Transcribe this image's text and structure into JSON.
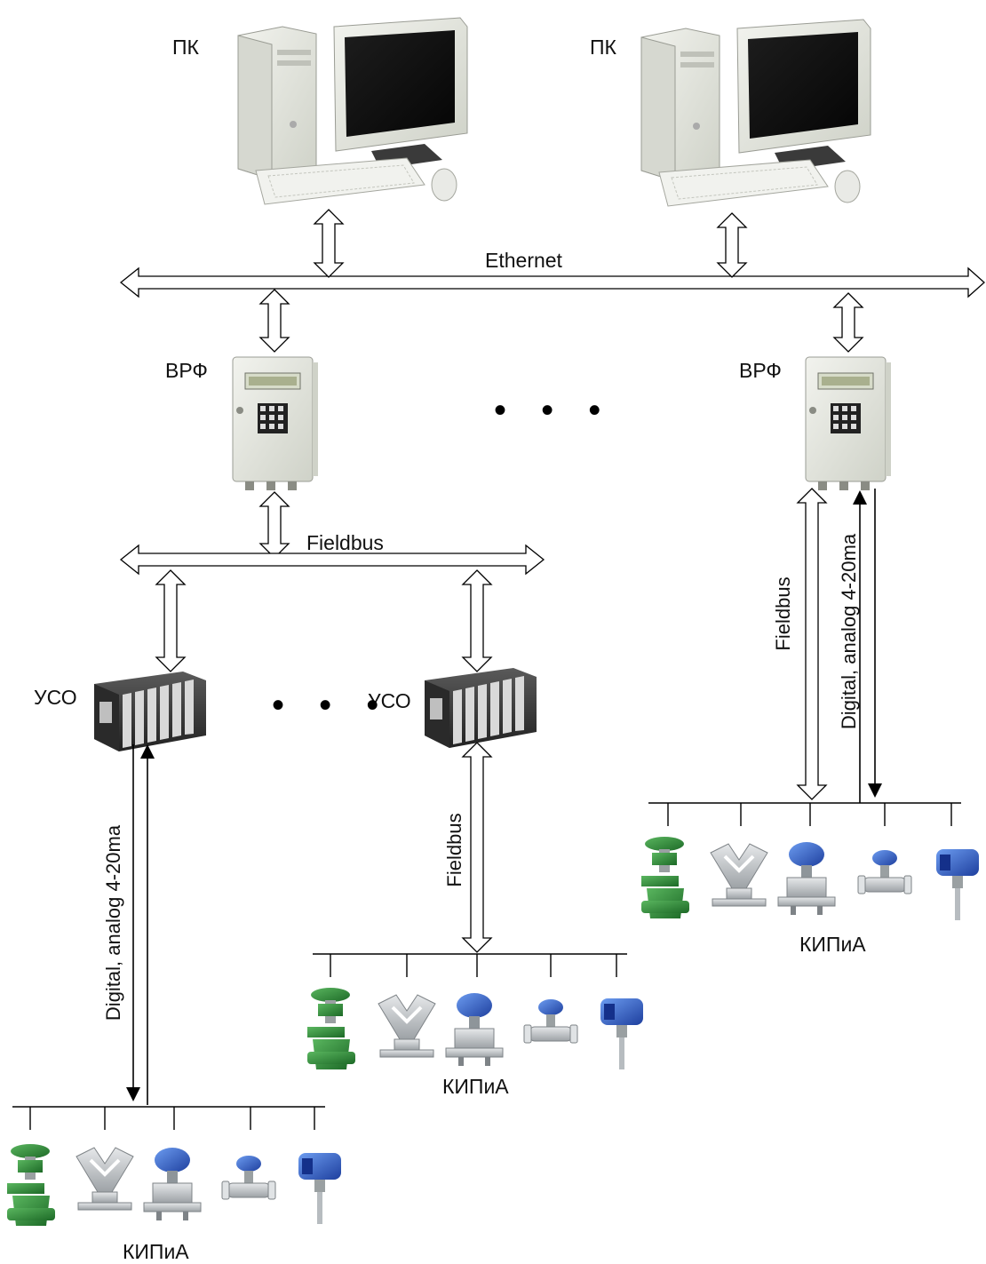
{
  "labels": {
    "pc_left": "ПК",
    "pc_right": "ПК",
    "ethernet": "Ethernet",
    "vrf_left": "ВРФ",
    "vrf_right": "ВРФ",
    "fieldbus_bus": "Fieldbus",
    "uso_left": "УСО",
    "uso_right": "УСО",
    "fieldbus_uso": "Fieldbus",
    "fieldbus_vrf": "Fieldbus",
    "digital_analog_left": "Digital, analog 4-20ma",
    "digital_analog_right": "Digital, analog 4-20ma",
    "kipia_left": "КИПиА",
    "kipia_middle": "КИПиА",
    "kipia_right": "КИПиА",
    "ellipsis_vrf": "• • •",
    "ellipsis_uso": "• • •"
  },
  "colors": {
    "valve_green": "#2f8a3a",
    "transmitter_blue": "#3a6fd0",
    "device_steel": "#c9cdd0",
    "hardware_beige": "#e4e6df",
    "rack_dark": "#3a3a3a"
  }
}
